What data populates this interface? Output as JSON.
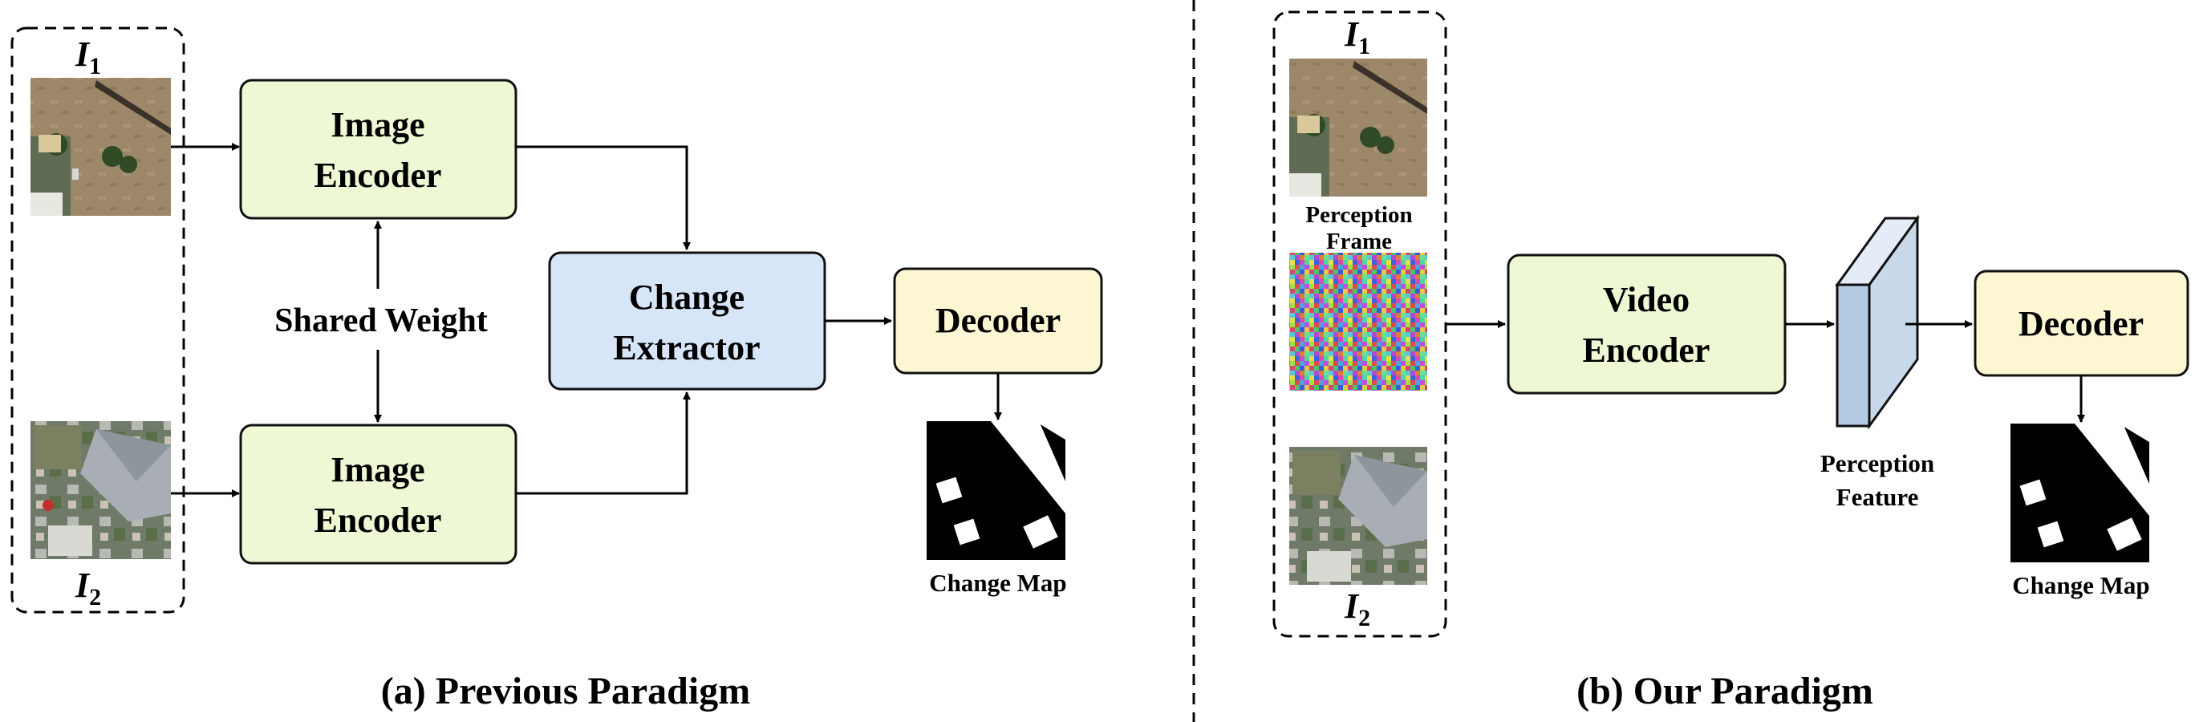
{
  "left_panel": {
    "caption": "(a) Previous Paradigm",
    "input_label_top": "I",
    "input_label_top_sub": "1",
    "input_label_bottom": "I",
    "input_label_bottom_sub": "2",
    "encoder_top": [
      "Image",
      "Encoder"
    ],
    "encoder_bottom": [
      "Image",
      "Encoder"
    ],
    "shared_weight": "Shared Weight",
    "change_extractor": [
      "Change",
      "Extractor"
    ],
    "decoder": "Decoder",
    "change_map": "Change Map"
  },
  "right_panel": {
    "caption": "(b) Our Paradigm",
    "input_label_top": "I",
    "input_label_top_sub": "1",
    "input_label_bottom": "I",
    "input_label_bottom_sub": "2",
    "perception_frame": [
      "Perception",
      "Frame"
    ],
    "video_encoder": [
      "Video",
      "Encoder"
    ],
    "perception_feature": [
      "Perception",
      "Feature"
    ],
    "decoder": "Decoder",
    "change_map": "Change Map"
  },
  "colors": {
    "encoder_fill": "#eef8d4",
    "extractor_fill": "#d6e6f8",
    "decoder_fill": "#fdf6d2",
    "feature_fill": "#c9d9ec",
    "box_stroke": "#111111"
  }
}
